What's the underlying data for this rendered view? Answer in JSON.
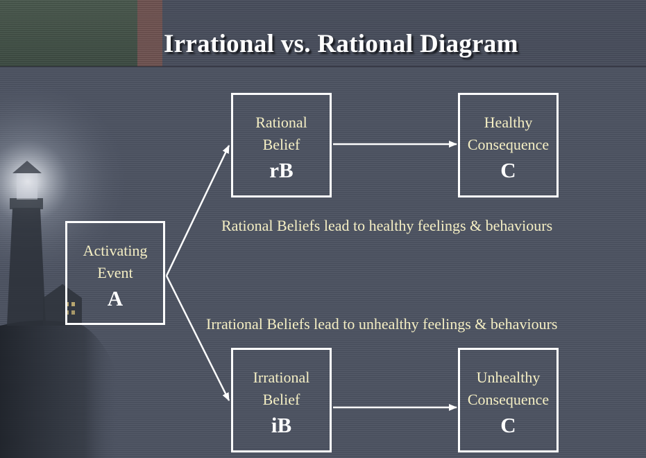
{
  "title": "Irrational vs. Rational Diagram",
  "activating_event": {
    "line1": "Activating",
    "line2": "Event",
    "letter": "A"
  },
  "rational_belief": {
    "line1": "Rational",
    "line2": "Belief",
    "letter": "rB"
  },
  "healthy_consequence": {
    "line1": "Healthy",
    "line2": "Consequence",
    "letter": "C"
  },
  "irrational_belief": {
    "line1": "Irrational",
    "line2": "Belief",
    "letter": "iB"
  },
  "unhealthy_consequence": {
    "line1": "Unhealthy",
    "line2": "Consequence",
    "letter": "C"
  },
  "notes": {
    "rational": "Rational Beliefs lead to healthy feelings & behaviours",
    "irrational": "Irrational Beliefs lead to unhealthy feelings & behaviours"
  },
  "colors": {
    "background": "#4e5463",
    "box_text": "#f5efc4",
    "border": "#ffffff",
    "accent_green": "#4b5a4f",
    "accent_red": "#715452"
  }
}
